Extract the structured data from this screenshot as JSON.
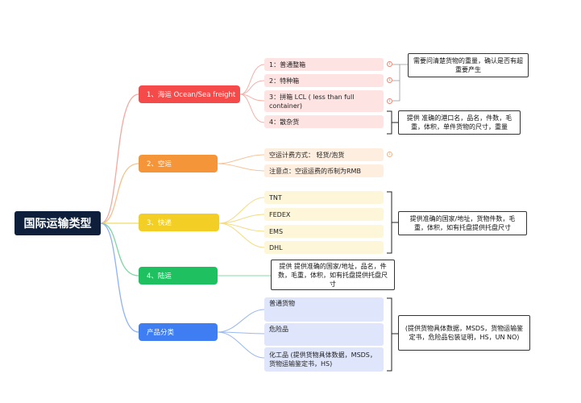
{
  "root": {
    "label": "国际运输类型"
  },
  "branches": [
    {
      "id": "ocean",
      "label": "1、海运 Ocean/Sea freight",
      "color": "#f44a4a",
      "items": [
        "1：普通整箱",
        "2：特种箱",
        "3：拼箱 LCL ( less than full container)",
        "4：散杂货"
      ]
    },
    {
      "id": "air",
      "label": "2、空运",
      "color": "#f5953a",
      "items": [
        "空运计费方式：  轻货/泡货",
        "注意点：空运运费的币制为RMB"
      ]
    },
    {
      "id": "express",
      "label": "3、快递",
      "color": "#f3cf25",
      "items": [
        "TNT",
        "FEDEX",
        "EMS",
        "DHL"
      ]
    },
    {
      "id": "land",
      "label": "4、陆运",
      "color": "#1ec060",
      "items": []
    },
    {
      "id": "category",
      "label": "产品分类",
      "color": "#3e7df2",
      "items": [
        "普通货物",
        "危险品",
        "化工品  (提供货物具体数据，MSDS，货物运输鉴定书，HS)"
      ]
    }
  ],
  "notes": {
    "ocean_weight": "需要问清楚货物的重量，确认是否有超重要产生",
    "ocean_info": "提供 准确的港口名，品名，件数，毛重，体积，单件货物的尺寸，重量",
    "express_info": "提供准确的国家/地址，货物件数，毛重，体积，如有托盘提供托盘尺寸",
    "land_info": "提供 提供准确的国家/地址，品名，件数，毛重，体积，如有托盘提供托盘尺寸",
    "category_info": "(提供货物具体数据，MSDS，货物运输鉴定书，危险品包装证明，HS，UN NO)"
  },
  "colors": {
    "ocean_leaf": "#fde3e2",
    "air_leaf": "#fdeee0",
    "express_leaf": "#fdf6d8",
    "category_leaf": "#dfe5fb",
    "ocean_circle": "#e58b7a",
    "air_circle": "#f2b38a"
  }
}
